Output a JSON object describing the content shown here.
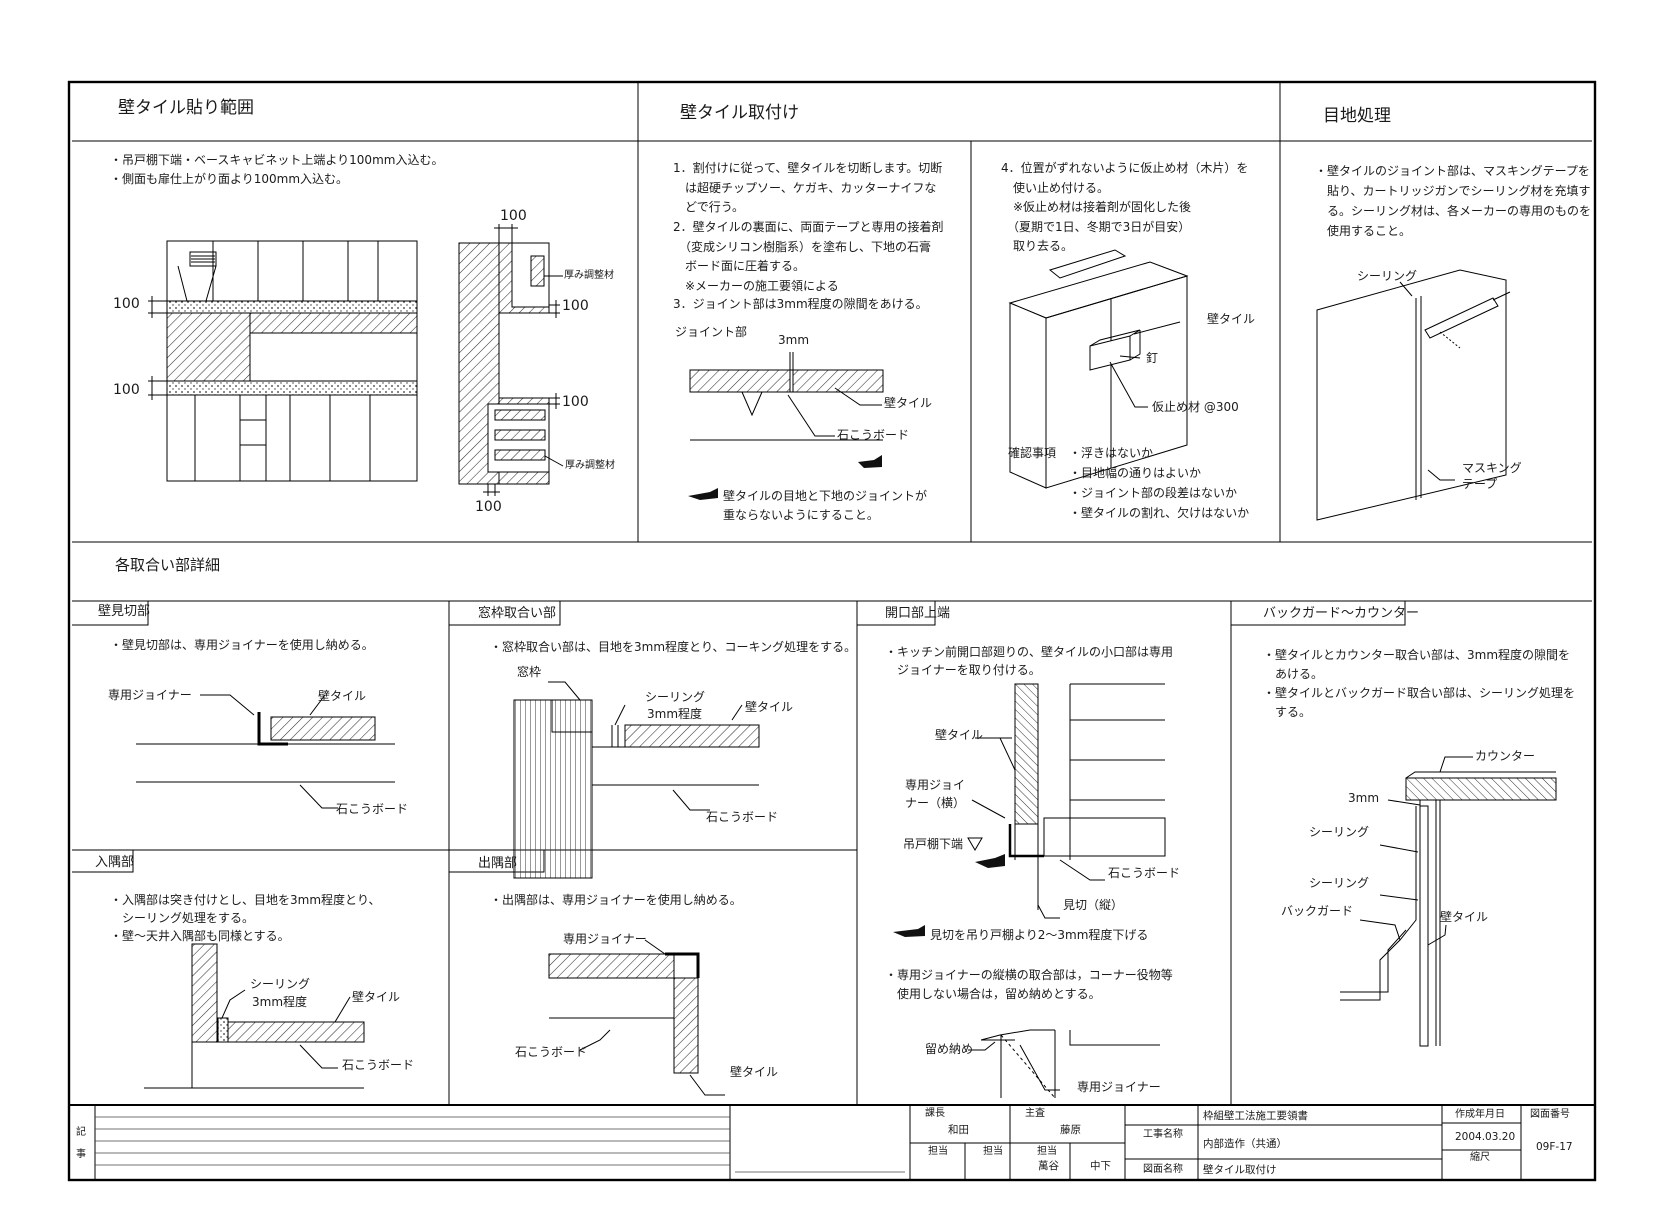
{
  "sections": {
    "range": {
      "title": "壁タイル貼り範囲",
      "notes": [
        "・吊戸棚下端・ベースキャビネット上端より100mm入込む。",
        "・側面も扉仕上がり面より100mm入込む。"
      ],
      "dim_100": "100",
      "label_thickness": "厚み調整材"
    },
    "install": {
      "title": "壁タイル取付け",
      "step1": "1．割付けに従って、壁タイルを切断します。切断\n　は超硬チップソー、ケガキ、カッターナイフな\n　どで行う。",
      "step2": "2．壁タイルの裏面に、両面テープと専用の接着剤\n　（変成シリコン樹脂系）を塗布し、下地の石膏\n　ボード面に圧着する。\n　※メーカーの施工要領による",
      "step3": "3．ジョイント部は3mm程度の隙間をあける。",
      "label_joint": "ジョイント部",
      "label_3mm": "3mm",
      "label_wall_tile": "壁タイル",
      "label_gypsum": "石こうボード",
      "note": "壁タイルの目地と下地のジョイントが\n重ならないようにすること。",
      "step4": "4．位置がずれないように仮止め材（木片）を\n　使い止め付ける。\n　※仮止め材は接着剤が固化した後\n　（夏期で1日、冬期で3日が目安）\n　取り去る。",
      "label_nail": "釘",
      "label_temp": "仮止め材 @300",
      "check_title": "確認事項",
      "checks": [
        "・浮きはないか",
        "・目地幅の通りはよいか",
        "・ジョイント部の段差はないか",
        "・壁タイルの割れ、欠けはないか"
      ]
    },
    "joint": {
      "title": "目地処理",
      "text": "・壁タイルのジョイント部は、マスキングテープを\n　貼り、カートリッジガンでシーリング材を充填す\n　る。シーリング材は、各メーカーの専用のものを\n　使用すること。",
      "label_sealing": "シーリング",
      "label_masking": "マスキング\nテープ"
    },
    "details": {
      "title": "各取合い部詳細",
      "mikiri": {
        "title": "壁見切部",
        "text": "・壁見切部は、専用ジョイナーを使用し納める。",
        "label_joiner": "専用ジョイナー"
      },
      "window": {
        "title": "窓枠取合い部",
        "text": "・窓枠取合い部は、目地を3mm程度とり、コーキング処理をする。",
        "label_frame": "窓枠",
        "label_sealing": "シーリング",
        "label_3mm": "3mm程度"
      },
      "opening": {
        "title": "開口部上端",
        "text": "・キッチン前開口部廻りの、壁タイルの小口部は専用\n　ジョイナーを取り付ける。",
        "label_joiner_h": "専用ジョイ\nナー（横）",
        "label_hanging": "吊戸棚下端",
        "label_mikiri": "見切（縦）",
        "note": "見切を吊り戸棚より2～3mm程度下げる",
        "text2": "・専用ジョイナーの縦横の取合部は，コーナー役物等\n　使用しない場合は，留め納めとする。",
        "label_tome": "留め納め",
        "label_joiner": "専用ジョイナー"
      },
      "backguard": {
        "title": "バックガード～カウンター",
        "text": "・壁タイルとカウンター取合い部は、3mm程度の隙間を\n　あける。\n・壁タイルとバックガード取合い部は、シーリング処理を\n　する。",
        "label_counter": "カウンター",
        "label_3mm": "3mm",
        "label_sealing": "シーリング",
        "label_backguard": "バックガード"
      },
      "inner": {
        "title": "入隅部",
        "text": "・入隅部は突き付けとし、目地を3mm程度とり、\n　シーリング処理をする。\n・壁～天井入隅部も同様とする。",
        "label_sealing": "シーリング",
        "label_3mm": "3mm程度"
      },
      "outer": {
        "title": "出隅部",
        "text": "・出隅部は、専用ジョイナーを使用し納める。",
        "label_joiner": "専用ジョイナー"
      }
    }
  },
  "title_block": {
    "memo": "記　事",
    "section_manager_label": "課長",
    "section_manager": "和田",
    "chief_label": "主査",
    "chief": "藤原",
    "charge_label": "担当",
    "charge_name": "萬谷",
    "charge_name2": "中下",
    "work_name_label": "工事名称",
    "work_name": "枠組壁工法施工要領書",
    "work_name_sub": "内部造作（共通）",
    "drawing_name_label": "図面名称",
    "drawing_name": "壁タイル取付け",
    "date_label": "作成年月日",
    "date": "2004.03.20",
    "scale_label": "縮尺",
    "drawing_no_label": "図面番号",
    "drawing_no": "09F-17"
  }
}
